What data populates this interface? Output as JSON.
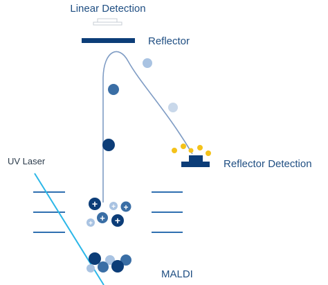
{
  "labels": {
    "linear_detection": "Linear Detection",
    "reflector": "Reflector",
    "reflector_detection": "Reflector Detection",
    "uv_laser": "UV Laser",
    "maldi": "MALDI"
  },
  "ion_symbol": "+",
  "colors": {
    "dark_blue": "#0c3d78",
    "mid_blue": "#3a6ea5",
    "light_blue": "#a9c3e2",
    "pale_blue": "#c9d8ea",
    "laser_cyan": "#2cb7e8",
    "yellow": "#f4c21a",
    "plate_lines": "#2f6fb0",
    "label_text": "#1f4e82"
  }
}
